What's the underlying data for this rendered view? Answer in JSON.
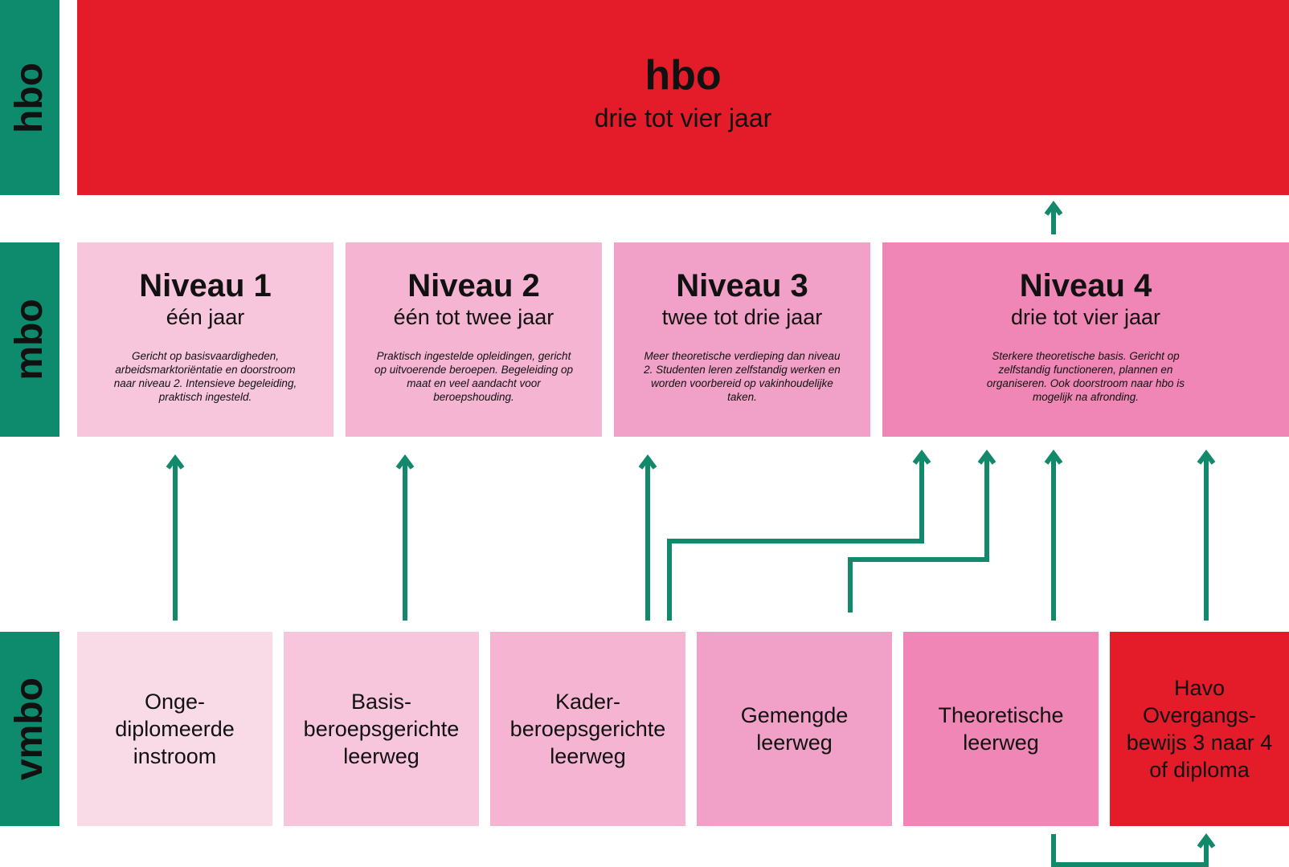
{
  "tiers": {
    "hbo": "hbo",
    "mbo": "mbo",
    "vmbo": "vmbo"
  },
  "hbo": {
    "title": "hbo",
    "subtitle": "drie tot vier jaar"
  },
  "mbo_levels": [
    {
      "title": "Niveau 1",
      "duration": "één jaar",
      "description": "Gericht op basisvaardigheden, arbeidsmarktoriëntatie en doorstroom naar niveau 2. Intensieve begeleiding, praktisch ingesteld."
    },
    {
      "title": "Niveau 2",
      "duration": "één tot twee jaar",
      "description": "Praktisch ingestelde opleidingen, gericht op uitvoerende beroepen. Begeleiding op maat en veel aandacht voor beroepshouding."
    },
    {
      "title": "Niveau 3",
      "duration": "twee tot drie jaar",
      "description": "Meer theoretische verdieping dan niveau 2. Studenten leren zelfstandig werken en worden voorbereid op vakinhoudelijke taken."
    },
    {
      "title": "Niveau 4",
      "duration": "drie tot vier jaar",
      "description": "Sterkere theoretische basis. Gericht op zelfstandig functioneren, plannen en organiseren. Ook doorstroom naar hbo is mogelijk na afronding."
    }
  ],
  "vmbo_paths": [
    {
      "label": "Onge-\ndiplomeerde\ninstroom"
    },
    {
      "label": "Basis-\nberoepsgerichte\nleerweg"
    },
    {
      "label": "Kader-\nberoepsgerichte\nleerweg"
    },
    {
      "label": "Gemengde\nleerweg"
    },
    {
      "label": "Theoretische\nleerweg"
    },
    {
      "label": "Havo\nOvergangs-\nbewijs 3 naar 4\nof diploma"
    }
  ],
  "colors": {
    "label_green": "#0e8a6c",
    "arrow_green": "#12896b",
    "hbo_red": "#e41b28",
    "mbo": [
      "#f8c6dc",
      "#f5b5d2",
      "#f1a1c7",
      "#f086b5"
    ],
    "vmbo": [
      "#f9dbe8",
      "#f8c6dc",
      "#f5b5d2",
      "#f1a1c7",
      "#f086b5",
      "#e41b28"
    ]
  },
  "connections": [
    {
      "from": "Onge-diplomeerde instroom",
      "to": "Niveau 1"
    },
    {
      "from": "Basisberoepsgerichte leerweg",
      "to": "Niveau 2"
    },
    {
      "from": "Kaderberoepsgerichte leerweg",
      "to": "Niveau 3"
    },
    {
      "from": "Kaderberoepsgerichte leerweg",
      "to": "Niveau 4"
    },
    {
      "from": "Gemengde leerweg",
      "to": "Niveau 4"
    },
    {
      "from": "Theoretische leerweg",
      "to": "Niveau 4"
    },
    {
      "from": "Havo",
      "to": "Niveau 4"
    },
    {
      "from": "Theoretische leerweg",
      "to": "Havo"
    },
    {
      "from": "Niveau 4",
      "to": "hbo"
    }
  ]
}
